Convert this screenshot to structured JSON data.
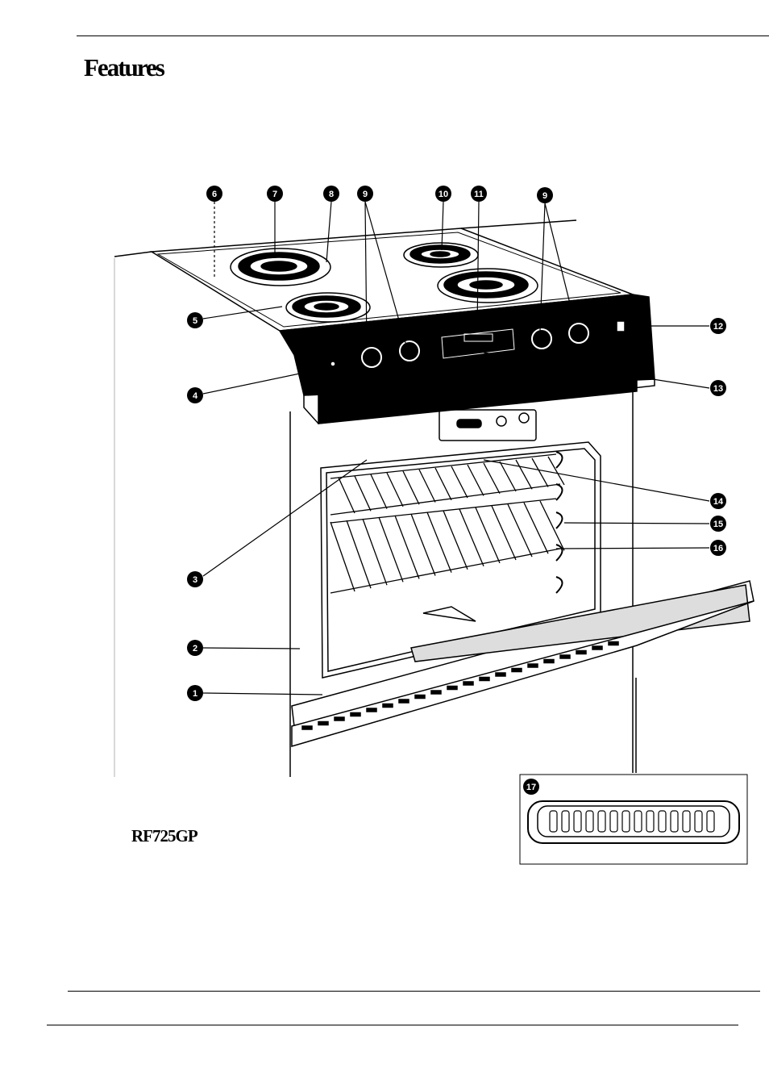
{
  "page": {
    "title": "Features",
    "model": "RF725GP"
  },
  "callouts": [
    "6",
    "7",
    "8",
    "9",
    "10",
    "11",
    "9",
    "12",
    "13",
    "14",
    "15",
    "16",
    "5",
    "4",
    "3",
    "2",
    "1",
    "17"
  ],
  "colors": {
    "ink": "#000000",
    "paper": "#ffffff"
  }
}
